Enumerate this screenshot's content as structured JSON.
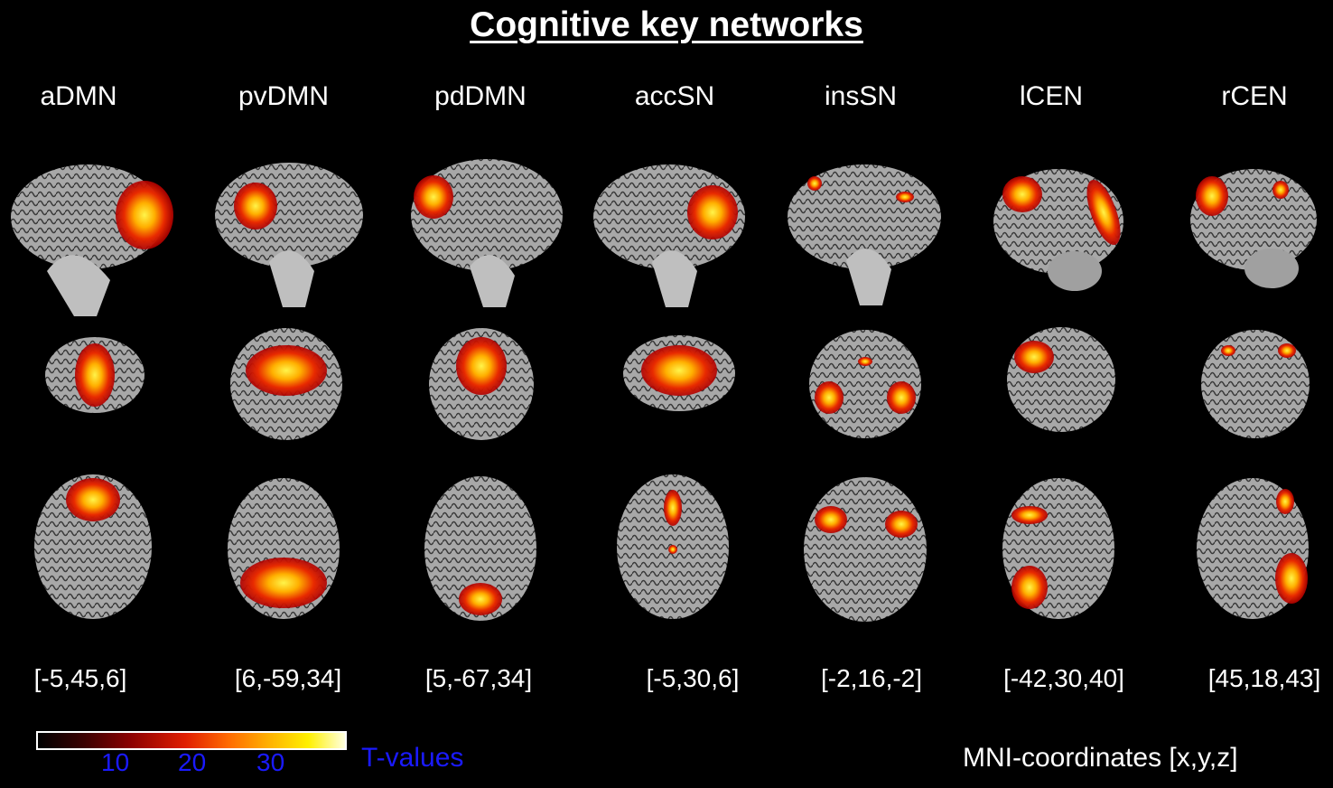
{
  "title": "Cognitive key networks",
  "networks": [
    {
      "label": "aDMN",
      "coords": "[-5,45,6]"
    },
    {
      "label": "pvDMN",
      "coords": "[6,-59,34]"
    },
    {
      "label": "pdDMN",
      "coords": "[5,-67,34]"
    },
    {
      "label": "accSN",
      "coords": "[-5,30,6]"
    },
    {
      "label": "insSN",
      "coords": "[-2,16,-2]"
    },
    {
      "label": "lCEN",
      "coords": "[-42,30,40]"
    },
    {
      "label": "rCEN",
      "coords": "[45,18,43]"
    }
  ],
  "colorbar": {
    "ticks": [
      "10",
      "20",
      "30"
    ],
    "label": "T-values",
    "colors": [
      "#000000",
      "#8a0000",
      "#e01e00",
      "#ff6a00",
      "#ffb000",
      "#fff000",
      "#ffffe0"
    ]
  },
  "footer": {
    "coordinate_label": "MNI-coordinates [x,y,z]"
  }
}
